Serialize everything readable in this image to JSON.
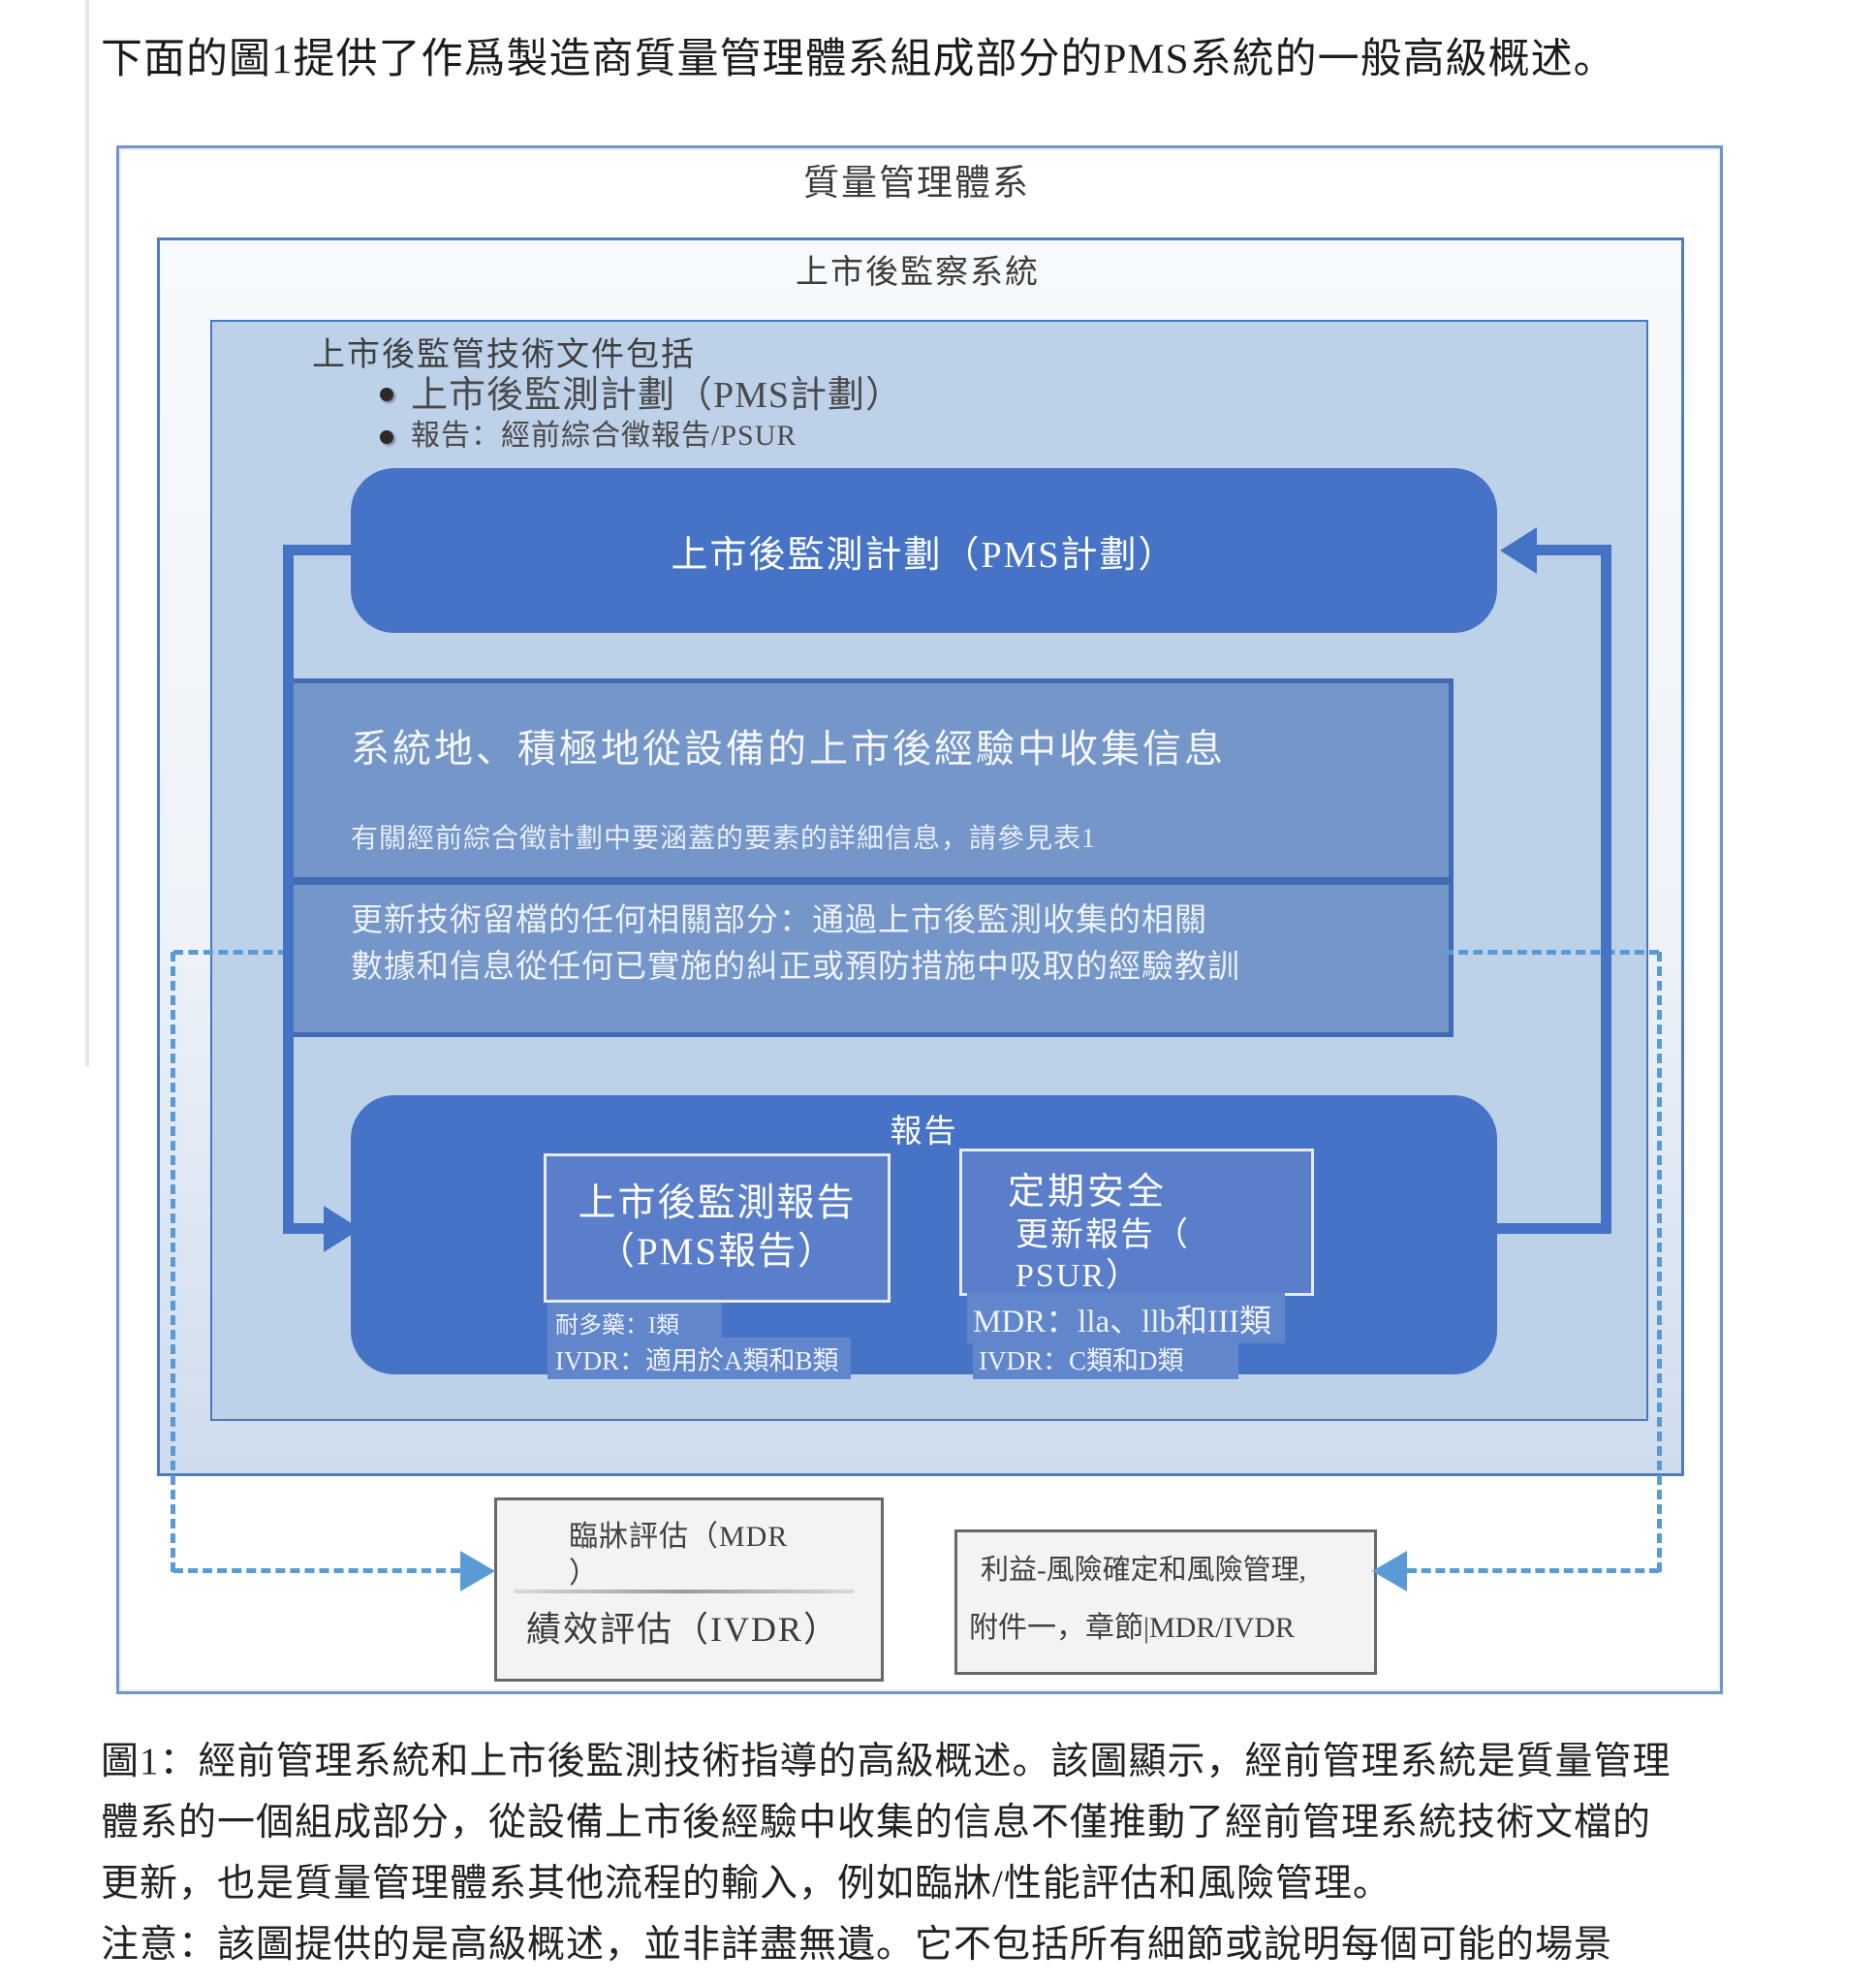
{
  "intro": "下面的圖1提供了作爲製造商質量管理體系組成部分的PMS系統的一般高級概述。",
  "diagram": {
    "qms_label": "質量管理體系",
    "pms_system_label": "上市後監察系統",
    "tech_doc": {
      "heading": "上市後監管技術文件包括",
      "bullet1": "上市後監測計劃（PMS計劃）",
      "bullet2": "報告：經前綜合徵報告/PSUR"
    },
    "pms_plan_box": "上市後監測計劃（PMS計劃）",
    "collect_box": {
      "title": "系統地、積極地從設備的上市後經驗中收集信息",
      "subtitle": "有關經前綜合徵計劃中要涵蓋的要素的詳細信息，請參見表1"
    },
    "update_box": {
      "line1": "更新技術留檔的任何相關部分：通過上市後監測收集的相關",
      "line2": "數據和信息從任何已實施的糾正或預防措施中吸取的經驗教訓"
    },
    "report_box": {
      "label": "報告",
      "pms_report": {
        "line1": "上市後監測報告",
        "line2": "（PMS報告）",
        "note1": "耐多藥：I類",
        "note2": "IVDR：適用於A類和B類"
      },
      "psur_report": {
        "line1": "定期安全",
        "line2": "更新報告（",
        "line3": "PSUR）",
        "note1": "MDR：lla、llb和III類",
        "note2": "IVDR：C類和D類"
      }
    },
    "eval_box": {
      "line1": "臨牀評估（MDR",
      "line2": "）",
      "line3": "績效評估（IVDR）"
    },
    "risk_box": {
      "line1": "利益-風險確定和風險管理,",
      "line2": "附件一，章節|MDR/IVDR"
    }
  },
  "caption": {
    "line1": "圖1：經前管理系統和上市後監測技術指導的高級概述。該圖顯示，經前管理系統是質量管理",
    "line2": "體系的一個組成部分，從設備上市後經驗中收集的信息不僅推動了經前管理系統技術文檔的",
    "line3": "更新，也是質量管理體系其他流程的輸入，例如臨牀/性能評估和風險管理。",
    "line4": "注意：該圖提供的是高級概述，並非詳盡無遺。它不包括所有細節或說明每個可能的場景"
  },
  "colors": {
    "accent_blue": "#4472C4",
    "mid_blue_fill": "#7596C9",
    "inner_report_fill": "#5A7EC9",
    "light_blue_fill": "#BDD1E9",
    "dashed_blue": "#5B9BD5",
    "gray_box_border": "#686868",
    "gray_box_fill": "#F3F3F3"
  }
}
